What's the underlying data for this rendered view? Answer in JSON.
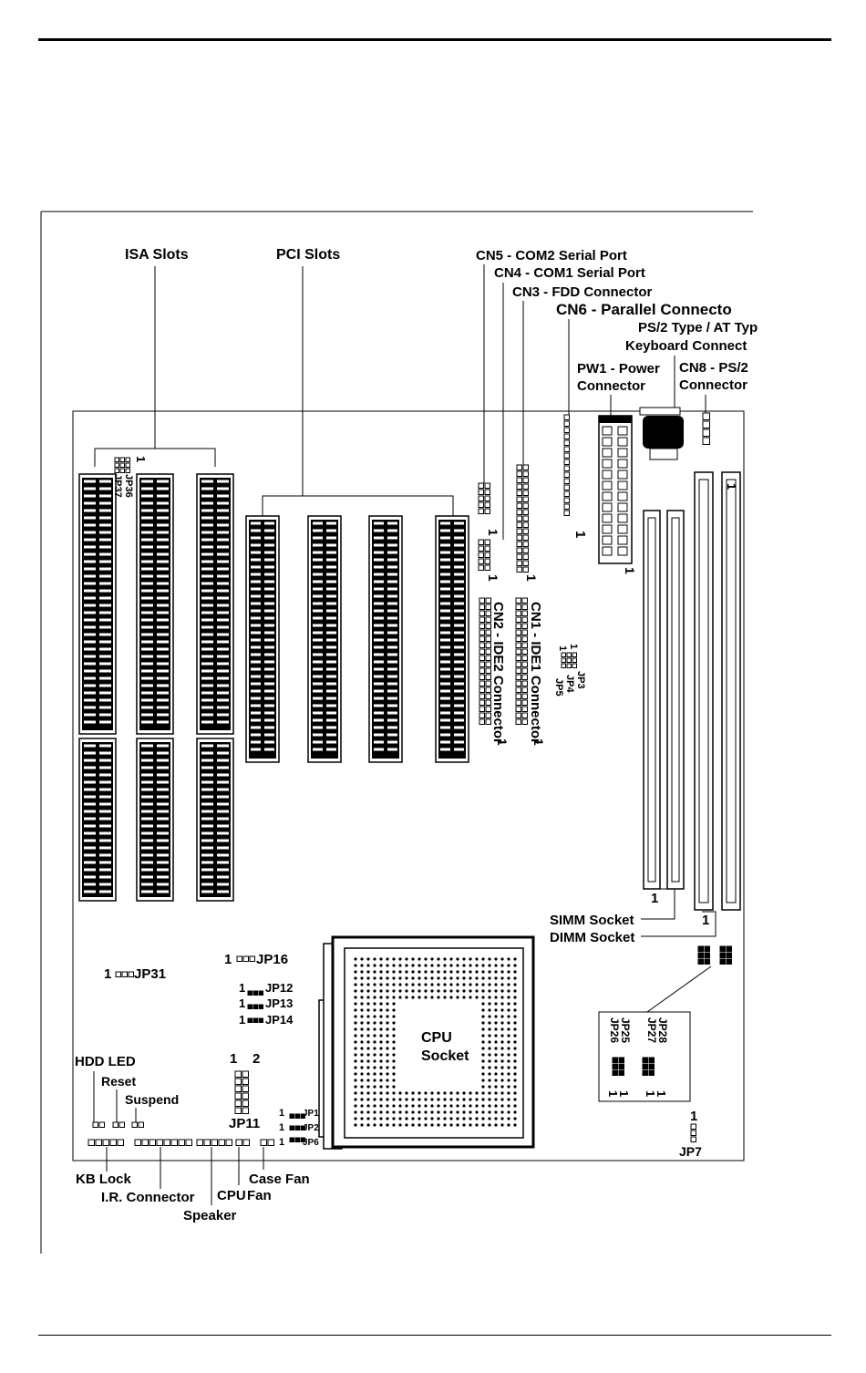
{
  "labels": {
    "isa_slots": "ISA  Slots",
    "pci_slots": "PCI  Slots",
    "cn5": "CN5 - COM2 Serial Port",
    "cn4": "CN4 - COM1 Serial Port",
    "cn3": "CN3 - FDD Connector",
    "cn6": "CN6 - Parallel Connecto",
    "ps2_line1": "PS/2 Type / AT Typ",
    "ps2_line2": "Keyboard Connect",
    "pw1_line1": "PW1 - Power",
    "pw1_line2": "Connector",
    "cn8_line1": "CN8 - PS/2",
    "cn8_line2": "Connector",
    "cn1": "CN1 - IDE1 Connector",
    "cn2": "CN2 - IDE2 Connector",
    "jp3": "JP3",
    "jp4": "JP4",
    "jp5": "JP5",
    "jp36": "JP36",
    "jp37": "JP37",
    "simm_socket": "SIMM Socket",
    "dimm_socket": "DIMM Socket",
    "jp16": "JP16",
    "jp31": "JP31",
    "jp12": "JP12",
    "jp13": "JP13",
    "jp14": "JP14",
    "cpu_line1": "CPU",
    "cpu_line2": "Socket",
    "hdd_led": "HDD LED",
    "reset": "Reset",
    "suspend": "Suspend",
    "jp11": "JP11",
    "jp11_pins": "1    2",
    "jp1": "JP1",
    "jp2": "JP2",
    "jp6": "JP6",
    "jp26": "JP26",
    "jp25": "JP25",
    "jp27": "JP27",
    "jp28": "JP28",
    "jp7": "JP7",
    "kb_lock": "KB Lock",
    "ir_connector": "I.R. Connector",
    "speaker": "Speaker",
    "cpu_fan_line1": "CPU",
    "cpu_fan_line2": "Fan",
    "case_fan": "Case Fan",
    "pin_one": "1"
  }
}
